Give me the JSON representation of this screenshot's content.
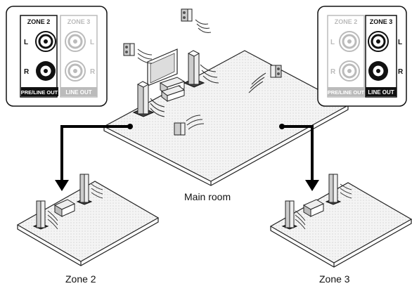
{
  "rooms": {
    "main": "Main room",
    "zone2": "Zone 2",
    "zone3": "Zone 3"
  },
  "panel_left": {
    "active_label": "ZONE 2",
    "inactive_label": "ZONE 3",
    "channel_top": "L",
    "channel_bottom": "R",
    "active_output": "PRE/LINE OUT",
    "inactive_output": "LINE OUT"
  },
  "panel_right": {
    "inactive_label": "ZONE 2",
    "active_label": "ZONE 3",
    "channel_top": "L",
    "channel_bottom": "R",
    "inactive_output": "PRE/LINE OUT",
    "active_output": "LINE OUT"
  },
  "colors": {
    "active": "#111111",
    "inactive": "#b8b8b8",
    "floor": "#f2f2f2"
  }
}
